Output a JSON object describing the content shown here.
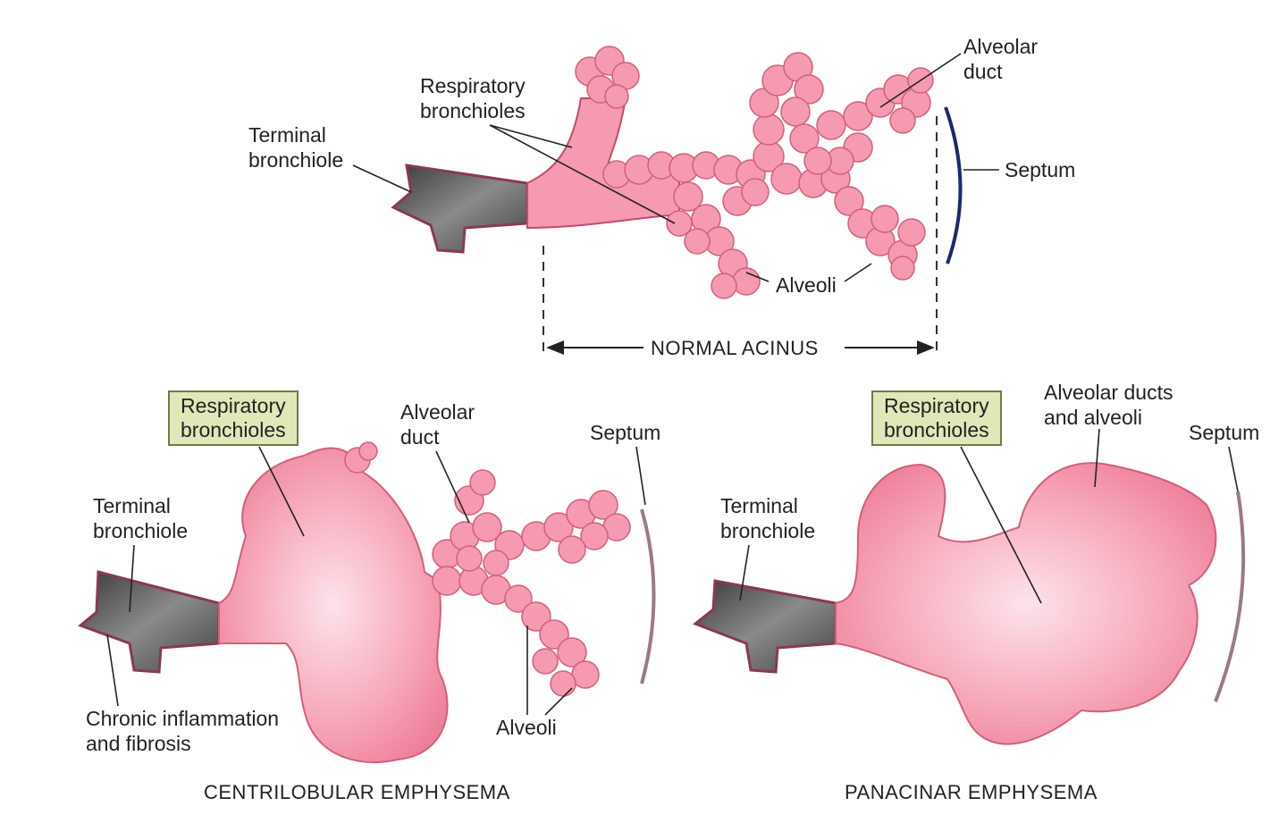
{
  "colors": {
    "tissue": "#f48fa6",
    "tissue_dark": "#e0607e",
    "tissue_outline": "#c44b68",
    "tissue_light": "#fbd0dc",
    "bronchiole_gray": "#5a5a5a",
    "septum_blue": "#1b2a6b",
    "septum_gray": "#9a7a86",
    "label_box": "#dfe8b8"
  },
  "normal": {
    "terminal_bronchiole": "Terminal\nbronchiole",
    "respiratory_bronchioles": "Respiratory\nbronchioles",
    "alveolar_duct": "Alveolar\nduct",
    "septum": "Septum",
    "alveoli": "Alveoli",
    "caption": "NORMAL ACINUS"
  },
  "centrilobular": {
    "respiratory_bronchioles": "Respiratory\nbronchioles",
    "alveolar_duct": "Alveolar\nduct",
    "septum": "Septum",
    "terminal_bronchiole": "Terminal\nbronchiole",
    "chronic_inflammation": "Chronic inflammation\nand fibrosis",
    "alveoli": "Alveoli",
    "caption": "CENTRILOBULAR EMPHYSEMA"
  },
  "panacinar": {
    "respiratory_bronchioles": "Respiratory\nbronchioles",
    "alveolar_ducts_alveoli": "Alveolar ducts\nand alveoli",
    "septum": "Septum",
    "terminal_bronchiole": "Terminal\nbronchiole",
    "caption": "PANACINAR EMPHYSEMA"
  }
}
